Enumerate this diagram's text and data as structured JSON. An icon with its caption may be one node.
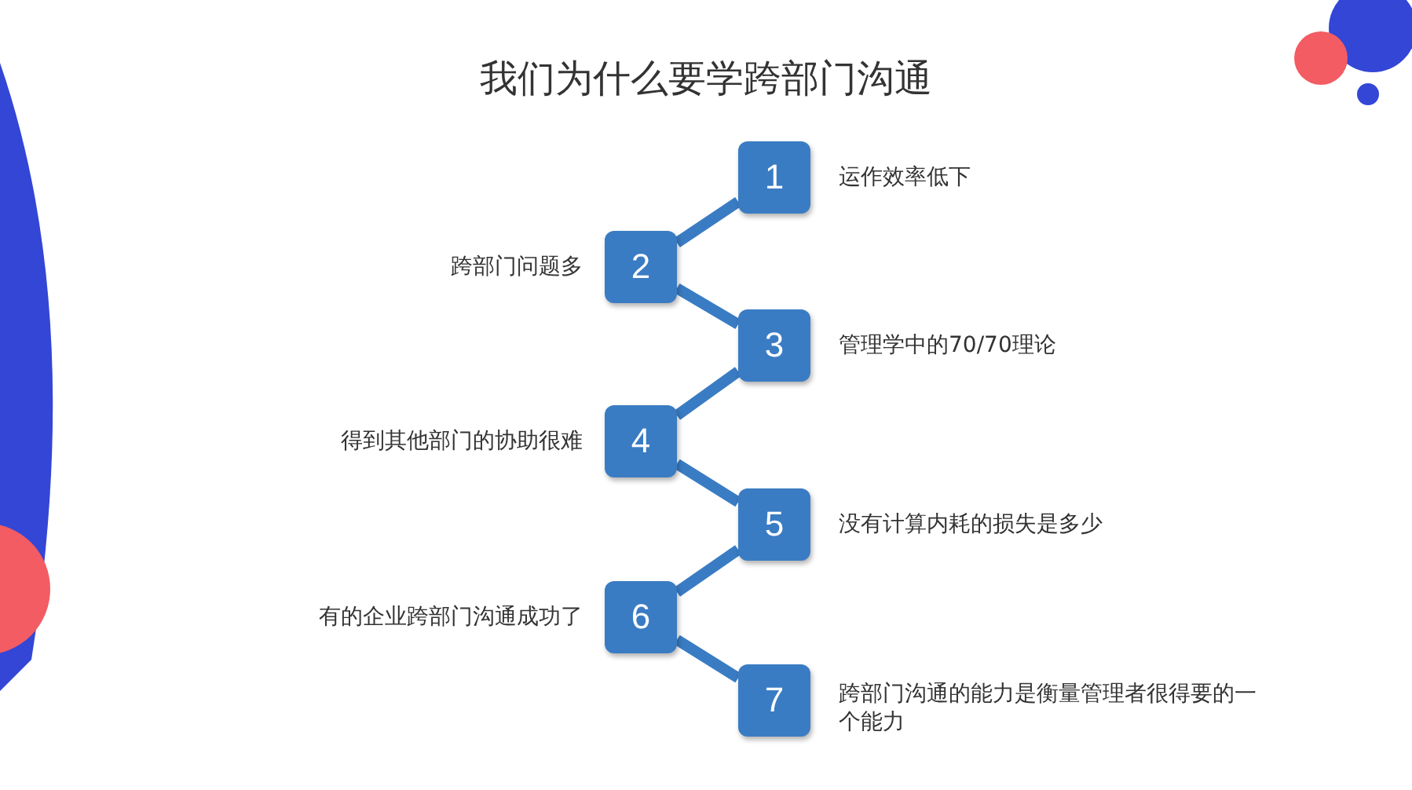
{
  "diagram": {
    "title": "我们为什么要学跨部门沟通",
    "nodes": [
      {
        "text": [
          "1"
        ],
        "beside": [
          "运作效率低下"
        ]
      },
      {
        "text": [
          "2"
        ],
        "beside": [
          "跨部门问题多"
        ]
      },
      {
        "text": [
          "3"
        ],
        "beside": [
          "管理学中的70/70理论"
        ]
      },
      {
        "text": [
          "4"
        ],
        "beside": [
          "得到其他部门的协助很难"
        ]
      },
      {
        "text": [
          "5"
        ],
        "beside": [
          "没有计算内耗的损失是多少"
        ]
      },
      {
        "text": [
          "6"
        ],
        "beside": [
          "有的企业跨部门沟通成功了"
        ]
      },
      {
        "text": [
          "7"
        ],
        "beside": [
          "跨部门沟通的能力是衡量管理者很得要的一个能力"
        ]
      }
    ],
    "edges": [
      {
        "from": 0,
        "to": 1,
        "arrow": "none"
      },
      {
        "from": 1,
        "to": 2,
        "arrow": "none"
      },
      {
        "from": 2,
        "to": 3,
        "arrow": "none"
      },
      {
        "from": 3,
        "to": 4,
        "arrow": "none"
      },
      {
        "from": 4,
        "to": 5,
        "arrow": "none"
      },
      {
        "from": 5,
        "to": 6,
        "arrow": "none"
      }
    ]
  }
}
